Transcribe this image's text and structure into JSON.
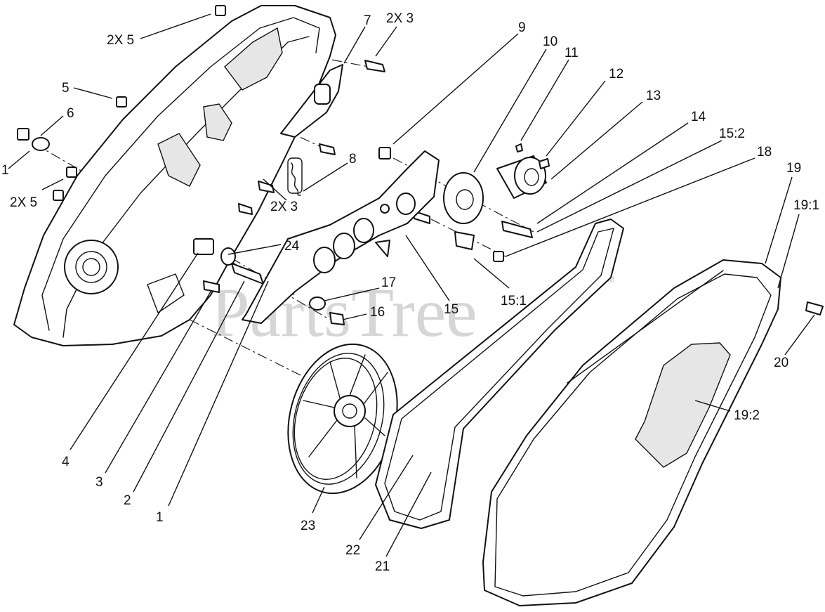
{
  "watermark": {
    "text": "PartsTree",
    "trademark": "TM"
  },
  "callouts": [
    {
      "id": "c-2x5-top",
      "label": "2X 5"
    },
    {
      "id": "c-7",
      "label": "7"
    },
    {
      "id": "c-2x3-top",
      "label": "2X 3"
    },
    {
      "id": "c-9",
      "label": "9"
    },
    {
      "id": "c-10",
      "label": "10"
    },
    {
      "id": "c-11",
      "label": "11"
    },
    {
      "id": "c-12",
      "label": "12"
    },
    {
      "id": "c-13",
      "label": "13"
    },
    {
      "id": "c-14",
      "label": "14"
    },
    {
      "id": "c-15-2",
      "label": "15:2"
    },
    {
      "id": "c-18",
      "label": "18"
    },
    {
      "id": "c-19",
      "label": "19"
    },
    {
      "id": "c-19-1",
      "label": "19:1"
    },
    {
      "id": "c-5",
      "label": "5"
    },
    {
      "id": "c-6",
      "label": "6"
    },
    {
      "id": "c-1-left",
      "label": "1"
    },
    {
      "id": "c-2x5-left",
      "label": "2X 5"
    },
    {
      "id": "c-8",
      "label": "8"
    },
    {
      "id": "c-2x3-mid",
      "label": "2X 3"
    },
    {
      "id": "c-24",
      "label": "24"
    },
    {
      "id": "c-17",
      "label": "17"
    },
    {
      "id": "c-16",
      "label": "16"
    },
    {
      "id": "c-15",
      "label": "15"
    },
    {
      "id": "c-15-1",
      "label": "15:1"
    },
    {
      "id": "c-20",
      "label": "20"
    },
    {
      "id": "c-19-2",
      "label": "19:2"
    },
    {
      "id": "c-4",
      "label": "4"
    },
    {
      "id": "c-3",
      "label": "3"
    },
    {
      "id": "c-2",
      "label": "2"
    },
    {
      "id": "c-1-bottom",
      "label": "1"
    },
    {
      "id": "c-23",
      "label": "23"
    },
    {
      "id": "c-22",
      "label": "22"
    },
    {
      "id": "c-21",
      "label": "21"
    }
  ]
}
